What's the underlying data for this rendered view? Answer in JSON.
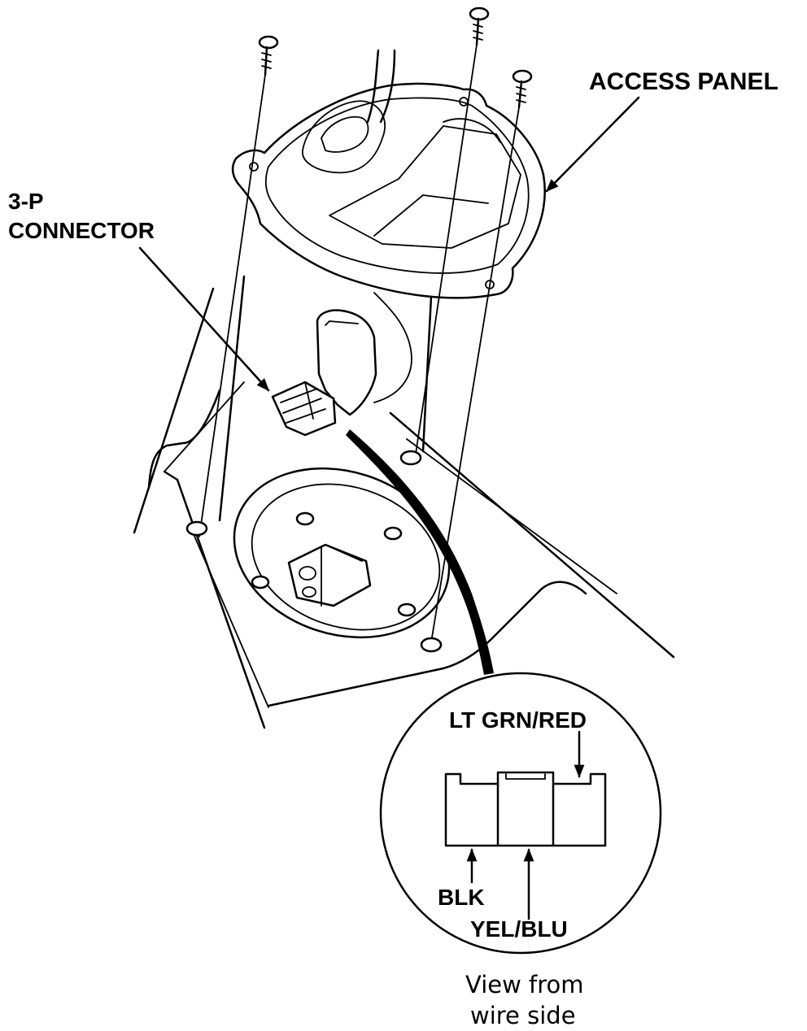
{
  "labels": {
    "access_panel": "ACCESS PANEL",
    "connector_line1": "3-P",
    "connector_line2": "CONNECTOR",
    "lt_grn_red": "LT GRN/RED",
    "blk": "BLK",
    "yel_blu": "YEL/BLU",
    "caption_line1": "View from",
    "caption_line2": "wire side"
  },
  "colors": {
    "ink": "#000000",
    "paper": "#ffffff"
  }
}
